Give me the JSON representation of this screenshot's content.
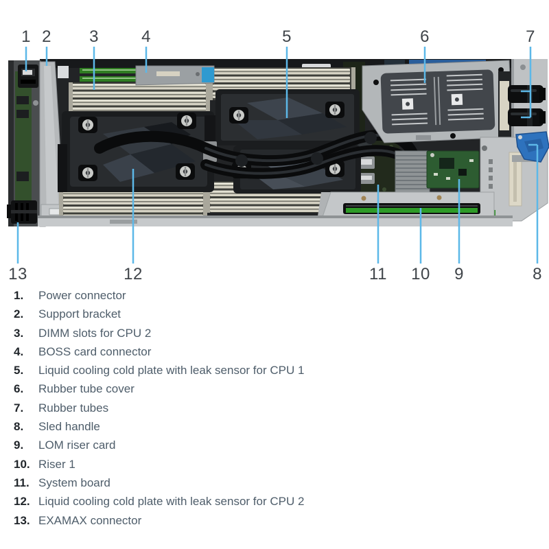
{
  "figure": {
    "callouts_top": [
      "1",
      "2",
      "3",
      "4",
      "5",
      "6",
      "7"
    ],
    "callouts_bottom": [
      "13",
      "12",
      "11",
      "10",
      "9",
      "8"
    ],
    "colors": {
      "callout_line": "#5CB8E8",
      "sled_handle_blue": "#2E72BD",
      "dimm_slot_beige": "#D7D4C5",
      "riser_card_edge_green": "#2E9B27",
      "boss_slot_green": "#2F7D22",
      "tube_cover_gray": "#B3B7B9",
      "cold_plate_dark": "#292C2F"
    }
  },
  "legend": {
    "items": [
      {
        "num": "1.",
        "label": "Power connector"
      },
      {
        "num": "2.",
        "label": "Support bracket"
      },
      {
        "num": "3.",
        "label": "DIMM slots for CPU 2"
      },
      {
        "num": "4.",
        "label": "BOSS card connector"
      },
      {
        "num": "5.",
        "label": "Liquid cooling cold plate with leak sensor for CPU 1"
      },
      {
        "num": "6.",
        "label": "Rubber tube cover"
      },
      {
        "num": "7.",
        "label": "Rubber tubes"
      },
      {
        "num": "8.",
        "label": "Sled handle"
      },
      {
        "num": "9.",
        "label": "LOM riser card"
      },
      {
        "num": "10.",
        "label": "Riser 1"
      },
      {
        "num": "11.",
        "label": "System board"
      },
      {
        "num": "12.",
        "label": "Liquid cooling cold plate with leak sensor for CPU 2"
      },
      {
        "num": "13.",
        "label": "EXAMAX connector"
      }
    ]
  }
}
